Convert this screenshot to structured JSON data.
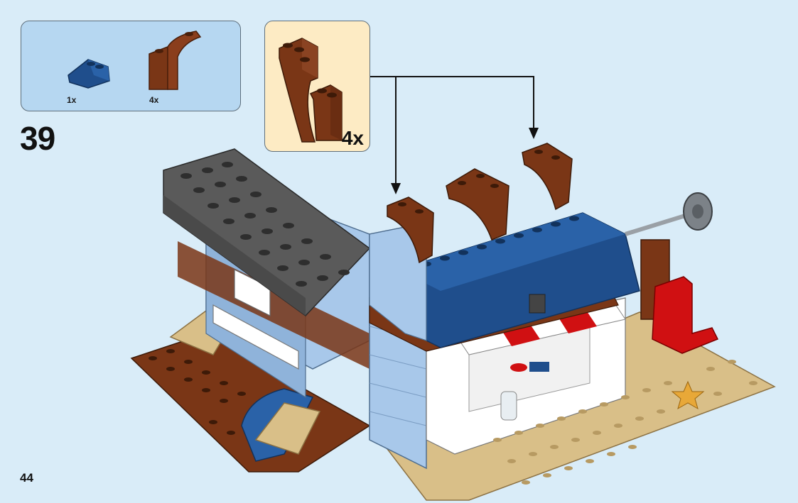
{
  "parts_list": {
    "items": [
      {
        "name": "dark-blue-slope-brick",
        "quantity": "1x",
        "color": "#1f4e8c"
      },
      {
        "name": "reddish-brown-arch-brick",
        "quantity": "4x",
        "color": "#8a3e1c"
      }
    ]
  },
  "step": {
    "number": "39"
  },
  "sub_assembly": {
    "quantity": "4x",
    "color": "#7a3616"
  },
  "page": {
    "number": "44"
  },
  "colors": {
    "background": "#d9ecf8",
    "parts_box": "#b6d7f1",
    "sub_box": "#fdebc4",
    "dark_blue": "#1f4e8c",
    "reddish_brown": "#7a3616",
    "light_blue": "#a8c8ea",
    "dark_gray": "#5a5a5a",
    "tan": "#d9bf88",
    "white": "#ffffff",
    "red": "#d01012"
  }
}
